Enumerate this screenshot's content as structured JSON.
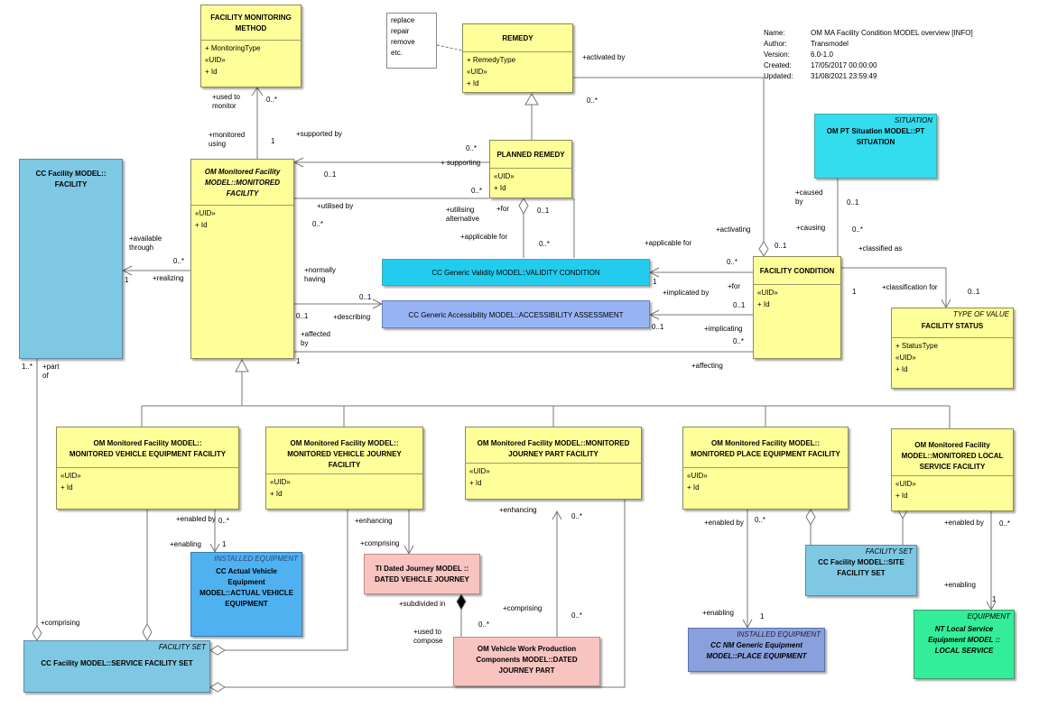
{
  "meta": {
    "name_key": "Name:",
    "name": "OM MA Facility Condition MODEL overview [INFO]",
    "author_key": "Author:",
    "author": "Transmodel",
    "version_key": "Version:",
    "version": "6.0-1.0",
    "created_key": "Created:",
    "created": "17/05/2017 00:00:00",
    "updated_key": "Updated:",
    "updated": "31/08/2021 23:59:49"
  },
  "note": {
    "l1": "replace",
    "l2": "repair",
    "l3": "remove",
    "l4": "etc."
  },
  "boxes": {
    "fmm": {
      "title1": "FACILITY MONITORING",
      "title2": "METHOD",
      "a1": "+     MonitoringType",
      "uid": "«UID»",
      "a2": "+     Id"
    },
    "remedy": {
      "title": "REMEDY",
      "a1": "+     RemedyType",
      "uid": "«UID»",
      "a2": "+     Id"
    },
    "planned": {
      "title": "PLANNED REMEDY",
      "uid": "«UID»",
      "a1": "+     Id"
    },
    "situation": {
      "stereo": "SITUATION",
      "title1": "OM PT Situation MODEL::PT",
      "title2": "SITUATION"
    },
    "facility": {
      "title1": "CC Facility MODEL::",
      "title2": "FACILITY"
    },
    "monitored": {
      "title1": "OM Monitored Facility",
      "title2": "MODEL::MONITORED",
      "title3": "FACILITY",
      "uid": "«UID»",
      "a1": "+     Id"
    },
    "validity": {
      "title": "CC Generic Validity MODEL::VALIDITY CONDITION"
    },
    "access": {
      "title": "CC Generic Accessibility MODEL::ACCESSIBILITY ASSESSMENT"
    },
    "fcond": {
      "title": "FACILITY CONDITION",
      "uid": "«UID»",
      "a1": "+     Id"
    },
    "fstatus": {
      "stereo": "TYPE OF VALUE",
      "title": "FACILITY STATUS",
      "a1": "+     StatusType",
      "uid": "«UID»",
      "a2": "+     Id"
    },
    "mvef": {
      "title1": "OM Monitored Facility MODEL::",
      "title2": "MONITORED VEHICLE EQUIPMENT FACILITY",
      "uid": "«UID»",
      "a1": "+     Id"
    },
    "mvjf": {
      "title1": "OM Monitored Facility MODEL::",
      "title2": "MONITORED VEHICLE JOURNEY",
      "title3": "FACILITY",
      "uid": "«UID»",
      "a1": "+     Id"
    },
    "mjpf": {
      "title1": "OM Monitored Facility MODEL::MONITORED",
      "title2": "JOURNEY PART FACILITY",
      "uid": "«UID»",
      "a1": "+     Id"
    },
    "mpef": {
      "title1": "OM Monitored Facility MODEL::",
      "title2": "MONITORED PLACE EQUIPMENT FACILITY",
      "uid": "«UID»",
      "a1": "+     Id"
    },
    "mlsf": {
      "title1": "OM Monitored Facility",
      "title2": "MODEL::MONITORED LOCAL",
      "title3": "SERVICE FACILITY",
      "uid": "«UID»",
      "a1": "+     Id"
    },
    "ave": {
      "stereo": "INSTALLED EQUIPMENT",
      "title1": "CC Actual Vehicle Equipment",
      "title2": "MODEL::ACTUAL VEHICLE",
      "title3": "EQUIPMENT"
    },
    "dvj": {
      "title1": "TI Dated Journey MODEL ::",
      "title2": "DATED VEHICLE JOURNEY"
    },
    "sfs": {
      "stereo": "FACILITY SET",
      "title": "CC Facility MODEL::SITE",
      "title2": "FACILITY SET"
    },
    "svcfs": {
      "stereo": "FACILITY SET",
      "title": "CC Facility MODEL::SERVICE FACILITY SET"
    },
    "djp": {
      "title1": "OM Vehicle Work Production",
      "title2": "Components MODEL::DATED",
      "title3": "JOURNEY PART"
    },
    "pe": {
      "stereo": "INSTALLED EQUIPMENT",
      "title1": "CC NM Generic Equipment",
      "title2": "MODEL::PLACE EQUIPMENT"
    },
    "ls": {
      "stereo": "EQUIPMENT",
      "title1": "NT Local Service",
      "title2": "Equipment MODEL ::",
      "title3": "LOCAL SERVICE"
    }
  },
  "labels": {
    "used_to_monitor": "+used to\nmonitor",
    "m_0s_a": "0..*",
    "monitored_using": "+monitored\nusing",
    "one_a": "1",
    "supported_by": "+supported by",
    "activated_by": "+activated by",
    "m_0s_b": "0..*",
    "m_0s_c": "0..*",
    "supporting": "+ supporting",
    "m_01_a": "0..1",
    "utilised_by": "+utilised by",
    "m_0s_d": "0..*",
    "m_0s_e": "0..*",
    "utilising_alt": "+utilising\nalternative",
    "for_a": "+for",
    "m_01_b": "0..1",
    "applicable_for_a": "+applicable for",
    "m_0s_f": "0..*",
    "caused_by": "+caused\nby",
    "m_01_c": "0..1",
    "causing": "+causing",
    "m_0s_g": "0..*",
    "activating": "+activating",
    "m_01_d": "0..1",
    "applicable_for_b": "+applicable for",
    "classified_as": "+classified as",
    "available_through": "+available\nthrough",
    "m_0s_h": "0..*",
    "one_b": "1",
    "realizing": "+realizing",
    "normally_having": "+normally\nhaving",
    "m_0s_i": "0..*",
    "one_c": "1",
    "implicated_by": "+implicated by",
    "classification_for": "+classification for",
    "m_01_e": "0..1",
    "one_d": "1",
    "m_01_f": "0..1",
    "for_b": "+for",
    "m_01_g": "0..1",
    "m_01_h": "0..1",
    "describing": "+describing",
    "m_01_i": "0..1",
    "implicating": "+implicating",
    "affected_by": "+affected\nby",
    "m_0s_j": "0..*",
    "one_e": "1",
    "affecting": "+affecting",
    "one_s_part": "1..*",
    "part_of": "+part\nof",
    "enabled_by_a": "+enabled by",
    "m_0s_k": "0..*",
    "enabling_a": "+enabling",
    "one_f": "1",
    "enhancing_a": "+enhancing",
    "comprising_a": "+comprising",
    "enhancing_b": "+enhancing",
    "m_0s_l": "0..*",
    "enabled_by_b": "+enabled by",
    "m_0s_m": "0..*",
    "enabled_by_c": "+enabled by",
    "m_0s_n": "0..*",
    "subdivided_in": "+subdivided in",
    "m_0s_o": "0..*",
    "used_to_compose": "+used to\ncompose",
    "comprising_b": "+comprising",
    "m_0s_p": "0..*",
    "enabling_b": "+enabling",
    "one_g": "1",
    "enabling_c": "+enabling",
    "one_h": "1",
    "comprising_c": "+comprising"
  }
}
